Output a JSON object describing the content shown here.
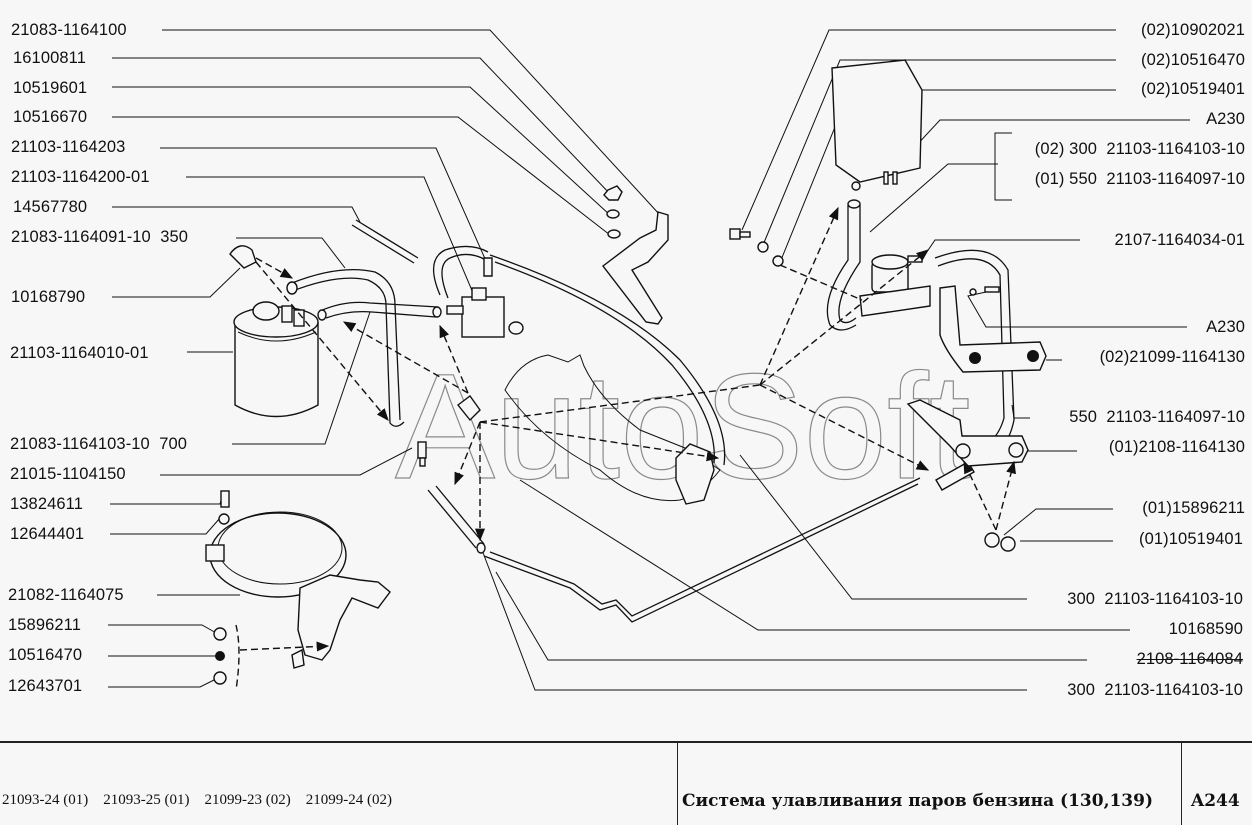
{
  "diagram": {
    "watermark": "AutoSoft",
    "left_labels": [
      {
        "id": "l1",
        "text": "21083-1164100"
      },
      {
        "id": "l2",
        "text": "16100811"
      },
      {
        "id": "l3",
        "text": "10519601"
      },
      {
        "id": "l4",
        "text": "10516670"
      },
      {
        "id": "l5",
        "text": "21103-1164203"
      },
      {
        "id": "l6",
        "text": "21103-1164200-01"
      },
      {
        "id": "l7",
        "text": "14567780"
      },
      {
        "id": "l8",
        "text": "21083-1164091-10  350"
      },
      {
        "id": "l9",
        "text": "10168790"
      },
      {
        "id": "l10",
        "text": "21103-1164010-01"
      },
      {
        "id": "l11",
        "text": "21083-1164103-10  700"
      },
      {
        "id": "l12",
        "text": "21015-1104150"
      },
      {
        "id": "l13",
        "text": "13824611"
      },
      {
        "id": "l14",
        "text": "12644401"
      },
      {
        "id": "l15",
        "text": "21082-1164075"
      },
      {
        "id": "l16",
        "text": "15896211"
      },
      {
        "id": "l17",
        "text": "10516470"
      },
      {
        "id": "l18",
        "text": "12643701"
      }
    ],
    "right_labels": [
      {
        "id": "r1",
        "text": "(02)10902021"
      },
      {
        "id": "r2",
        "text": "(02)10516470"
      },
      {
        "id": "r3",
        "text": "(02)10519401"
      },
      {
        "id": "r4",
        "text": "A230"
      },
      {
        "id": "r5",
        "text": "(02) 300  21103-1164103-10"
      },
      {
        "id": "r6",
        "text": "(01) 550  21103-1164097-10"
      },
      {
        "id": "r7",
        "text": "2107-1164034-01"
      },
      {
        "id": "r8",
        "text": "A230"
      },
      {
        "id": "r9",
        "text": "(02)21099-1164130"
      },
      {
        "id": "r10",
        "text": "550  21103-1164097-10"
      },
      {
        "id": "r11",
        "text": "(01)2108-1164130"
      },
      {
        "id": "r12",
        "text": "(01)15896211"
      },
      {
        "id": "r13",
        "text": "(01)10519401"
      },
      {
        "id": "r14",
        "text": "300  21103-1164103-10"
      },
      {
        "id": "r15",
        "text": "10168590"
      },
      {
        "id": "r16",
        "text": "2108-1164084",
        "struck": true
      },
      {
        "id": "r17",
        "text": "300  21103-1164103-10"
      }
    ]
  },
  "title_block": {
    "models": "21093-24 (01)    21093-25 (01)    21099-23 (02)    21099-24 (02)",
    "title": "Система улавливания паров бензина (130,139)",
    "code": "A244"
  }
}
